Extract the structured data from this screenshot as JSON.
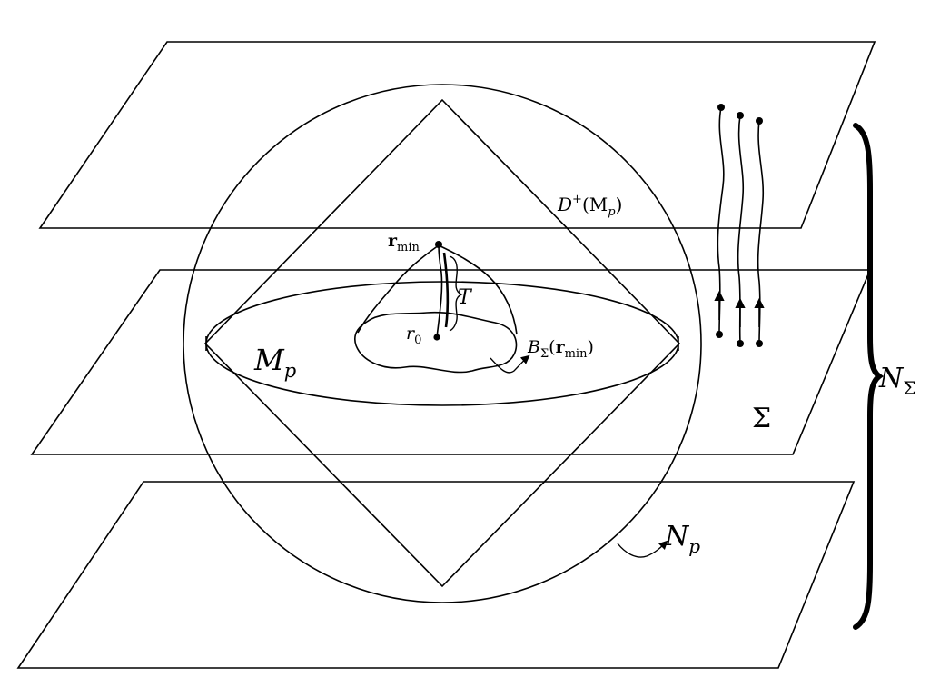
{
  "labels": {
    "domain_of_dependence": {
      "main": "D",
      "sup": "+",
      "arg": "(M",
      "argsub": "p",
      "close": ")"
    },
    "r_min": {
      "main": "r",
      "sub": "min"
    },
    "T": "T",
    "r0": {
      "main": "r",
      "sub": "0"
    },
    "ball": {
      "main": "B",
      "sub": "Σ",
      "arg_open": "(",
      "arg_main": "r",
      "arg_sub": "min",
      "arg_close": ")"
    },
    "M_p": {
      "main": "M",
      "sub": "p"
    },
    "Sigma": "Σ",
    "N_p": {
      "main": "N",
      "sub": "p"
    },
    "N_Sigma": {
      "main": "N",
      "sub": "Σ"
    }
  },
  "colors": {
    "stroke": "#000000",
    "background": "#ffffff"
  }
}
